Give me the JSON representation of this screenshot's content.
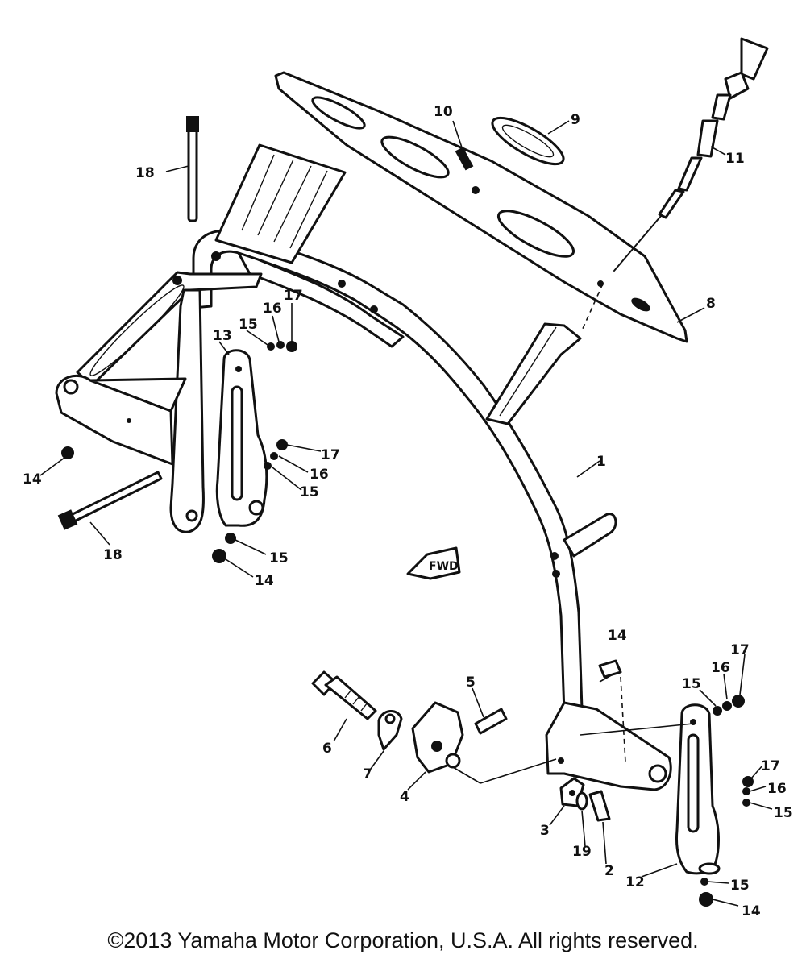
{
  "diagram": {
    "fwd_label": "FWD",
    "callouts": {
      "c1": "1",
      "c2": "2",
      "c3": "3",
      "c4": "4",
      "c5": "5",
      "c6": "6",
      "c7": "7",
      "c8": "8",
      "c9": "9",
      "c10": "10",
      "c11": "11",
      "c12": "12",
      "c13": "13",
      "c14a": "14",
      "c14b": "14",
      "c14c": "14",
      "c14d": "14",
      "c15a": "15",
      "c15b": "15",
      "c15c": "15",
      "c15d": "15",
      "c15e": "15",
      "c15f": "15",
      "c16a": "16",
      "c16b": "16",
      "c16c": "16",
      "c16d": "16",
      "c17a": "17",
      "c17b": "17",
      "c17c": "17",
      "c17d": "17",
      "c18a": "18",
      "c18b": "18",
      "c19": "19"
    }
  },
  "footer": {
    "copyright": "©2013 Yamaha Motor Corporation, U.S.A. All rights reserved."
  }
}
